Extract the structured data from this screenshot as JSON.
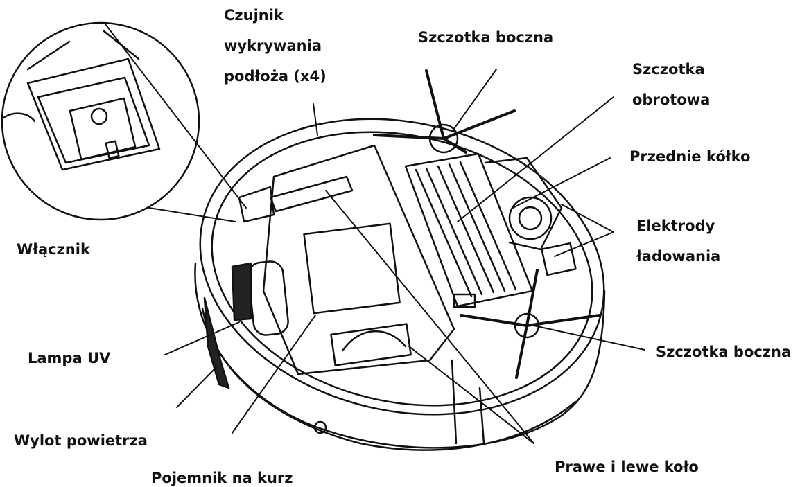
{
  "labels": {
    "floor_sensor": [
      "Czujnik",
      "wykrywania",
      "podłoża (x4)"
    ],
    "side_brush_top": "Szczotka boczna",
    "rotary_brush": [
      "Szczotka",
      "obrotowa"
    ],
    "front_wheel": "Przednie kółko",
    "charging_electrodes": [
      "Elektrody",
      "ładowania"
    ],
    "power_switch": "Włącznik",
    "uv_lamp": "Lampa UV",
    "side_brush_bottom": "Szczotka boczna",
    "air_outlet": "Wylot powietrza",
    "dust_bin": "Pojemnik na kurz",
    "wheels": "Prawe i lewe koło"
  },
  "colors": {
    "ink": "#111111",
    "background": "#ffffff"
  }
}
